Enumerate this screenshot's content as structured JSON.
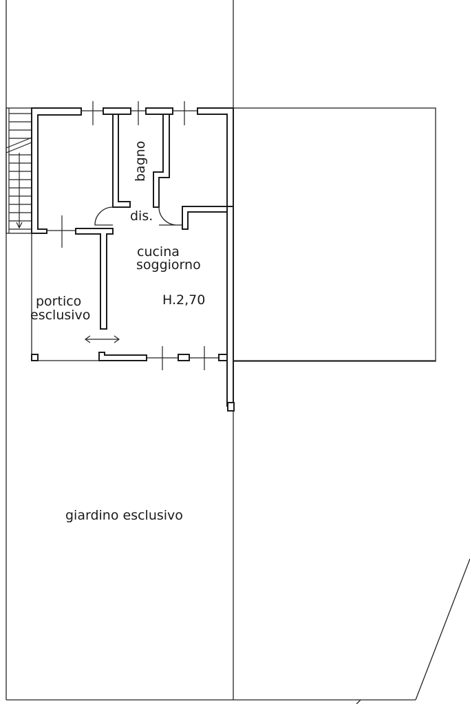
{
  "plan": {
    "rooms": {
      "bagno": "bagno",
      "dis": "dis.",
      "cucina": "cucina",
      "soggiorno": "soggiorno",
      "portico": "portico",
      "esclusivo_portico": "esclusivo",
      "height": "H.2,70",
      "giardino": "giardino  esclusivo"
    }
  }
}
